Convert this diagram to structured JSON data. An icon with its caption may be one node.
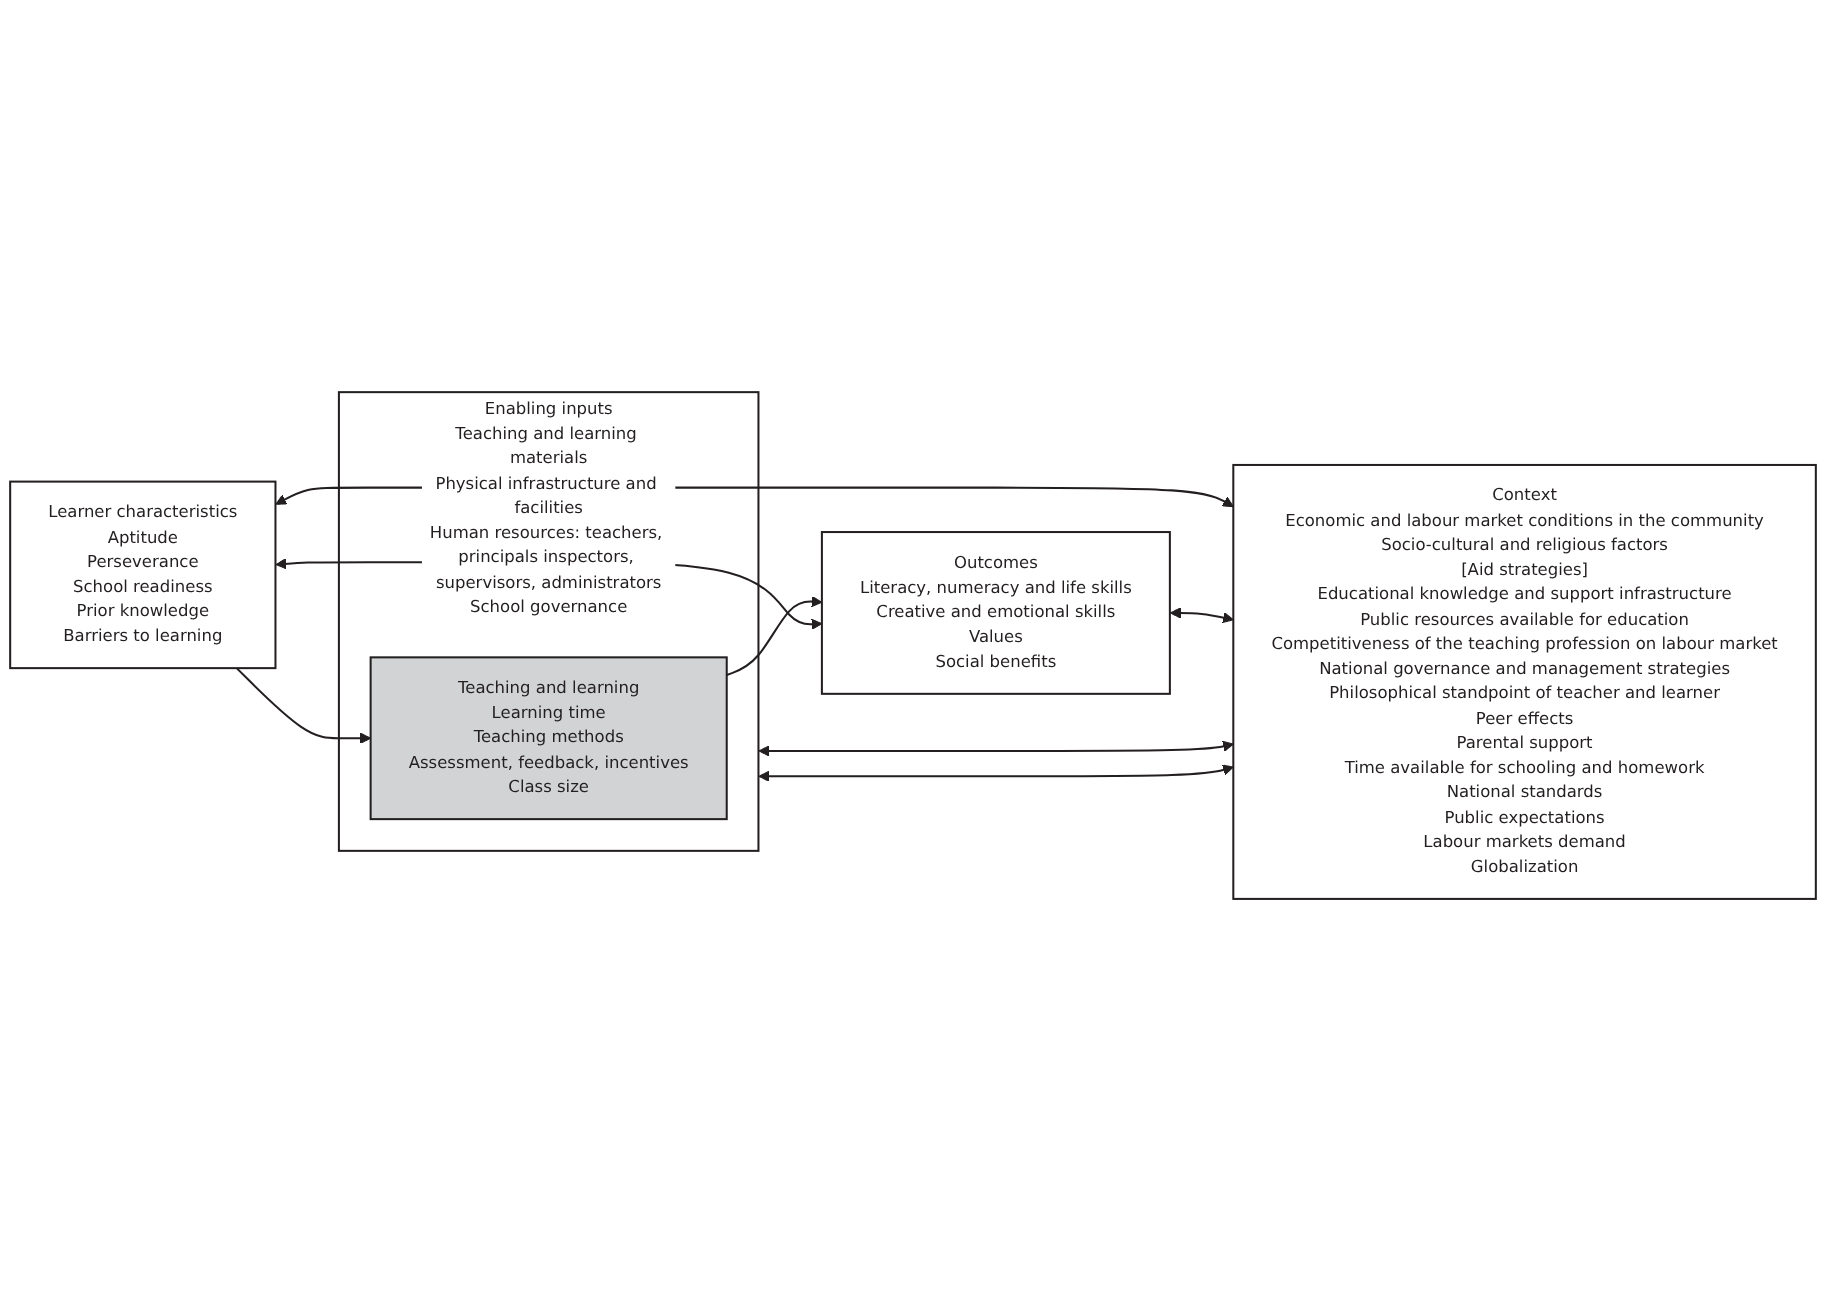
{
  "diagram": {
    "nodes": [
      {
        "text": [
          "Learner characteristics",
          "Aptitude",
          "Perseverance",
          "School readiness",
          "Prior knowledge",
          "Barriers to learning"
        ]
      },
      {
        "text": [
          "Enabling inputs",
          "Teaching and learning materials",
          "Physical infrastructure and facilities",
          "Human resources: teachers, principals inspectors, supervisors, administrators",
          "School governance"
        ]
      },
      {
        "text": [
          "Teaching and learning",
          "Learning time",
          "Teaching methods",
          "Assessment, feedback, incentives",
          "Class size"
        ],
        "in": 1
      },
      {
        "text": [
          "Outcomes",
          "Literacy, numeracy and life skills",
          "Creative and emotional skills",
          "Values",
          "Social benefits"
        ]
      },
      {
        "text": [
          "Context",
          "Economic and labour market conditions in the community",
          "Socio-cultural and religious factors",
          "[Aid strategies]",
          "Educational knowledge and support infrastructure",
          "Public resources available for education",
          "Competitiveness of the teaching profession on labour market",
          "National governance and management strategies",
          "Philosophical standpoint of teacher and learner",
          "Peer effects",
          "Parental support",
          "Time available for schooling and homework",
          "National standards",
          "Public expectations",
          "Labour markets demand",
          "Globalization"
        ]
      }
    ],
    "edges": [
      {
        "from": 0,
        "to": 2,
        "arrow": "to"
      },
      {
        "from": 2,
        "to": 3,
        "arrow": "to"
      },
      {
        "from": 0,
        "to": 3,
        "arrow": "both"
      },
      {
        "from": 0,
        "to": 4,
        "arrow": "both"
      },
      {
        "from": 1,
        "to": 4,
        "arrow": "both"
      },
      {
        "from": 1,
        "to": 4,
        "arrow": "both"
      },
      {
        "from": 3,
        "to": 4,
        "arrow": "both"
      }
    ]
  }
}
